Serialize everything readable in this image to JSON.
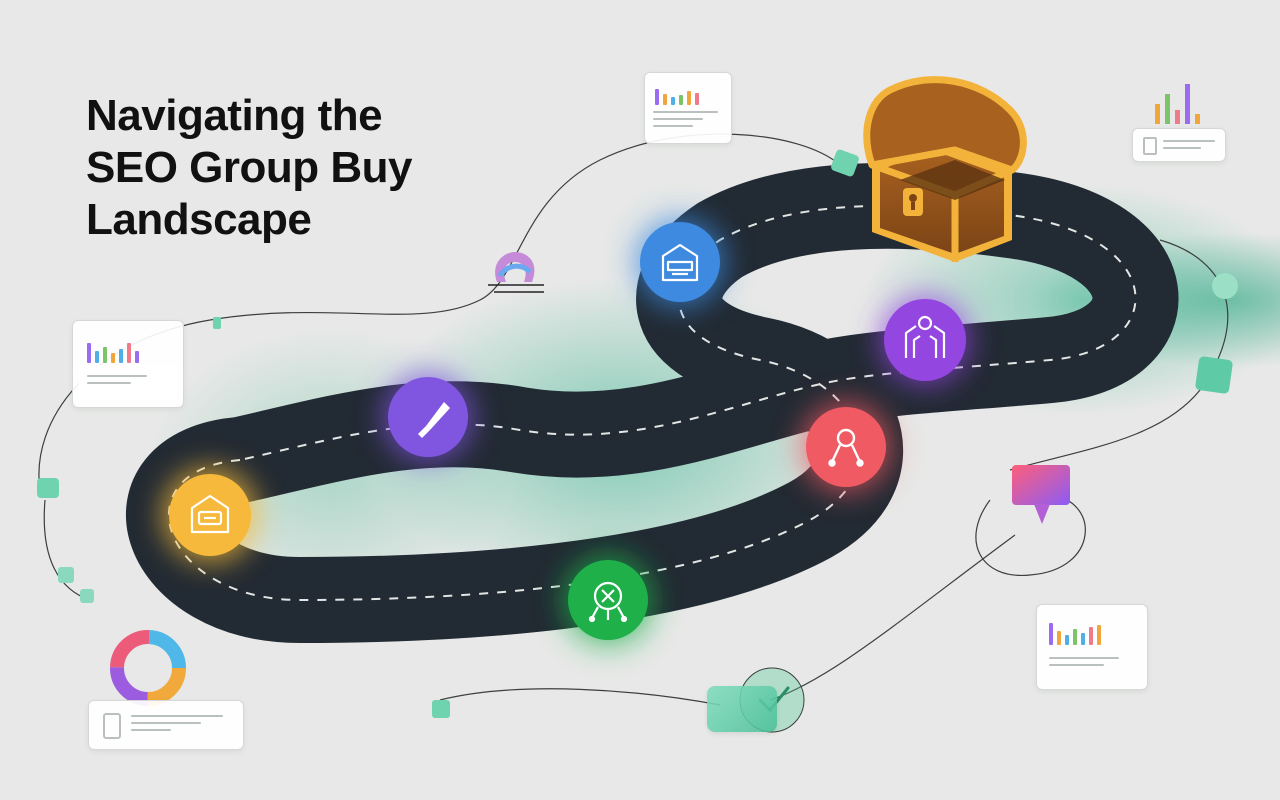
{
  "title": {
    "line1": "Navigating the",
    "line2": "SEO Group Buy",
    "line3": "Landscape"
  },
  "milestones": [
    {
      "icon": "chest-house-icon",
      "color": "#f6b93b"
    },
    {
      "icon": "trowel-icon",
      "color": "#8056e0"
    },
    {
      "icon": "network-node-icon",
      "color": "#1fb04a"
    },
    {
      "icon": "connection-node-icon",
      "color": "#f05a63"
    },
    {
      "icon": "storefront-icon",
      "color": "#3d8ae0"
    },
    {
      "icon": "arch-structure-icon",
      "color": "#9446e0"
    }
  ],
  "goal": {
    "icon": "treasure-chest-icon"
  },
  "colors": {
    "road": "#222a33",
    "accent_green": "#2eb28a",
    "title_text": "#111111"
  },
  "decorations": [
    "mini-bar-chart-card-icon",
    "magnet-icon",
    "color-wheel-icon",
    "speech-bubble-icon",
    "checkmark-icon"
  ]
}
